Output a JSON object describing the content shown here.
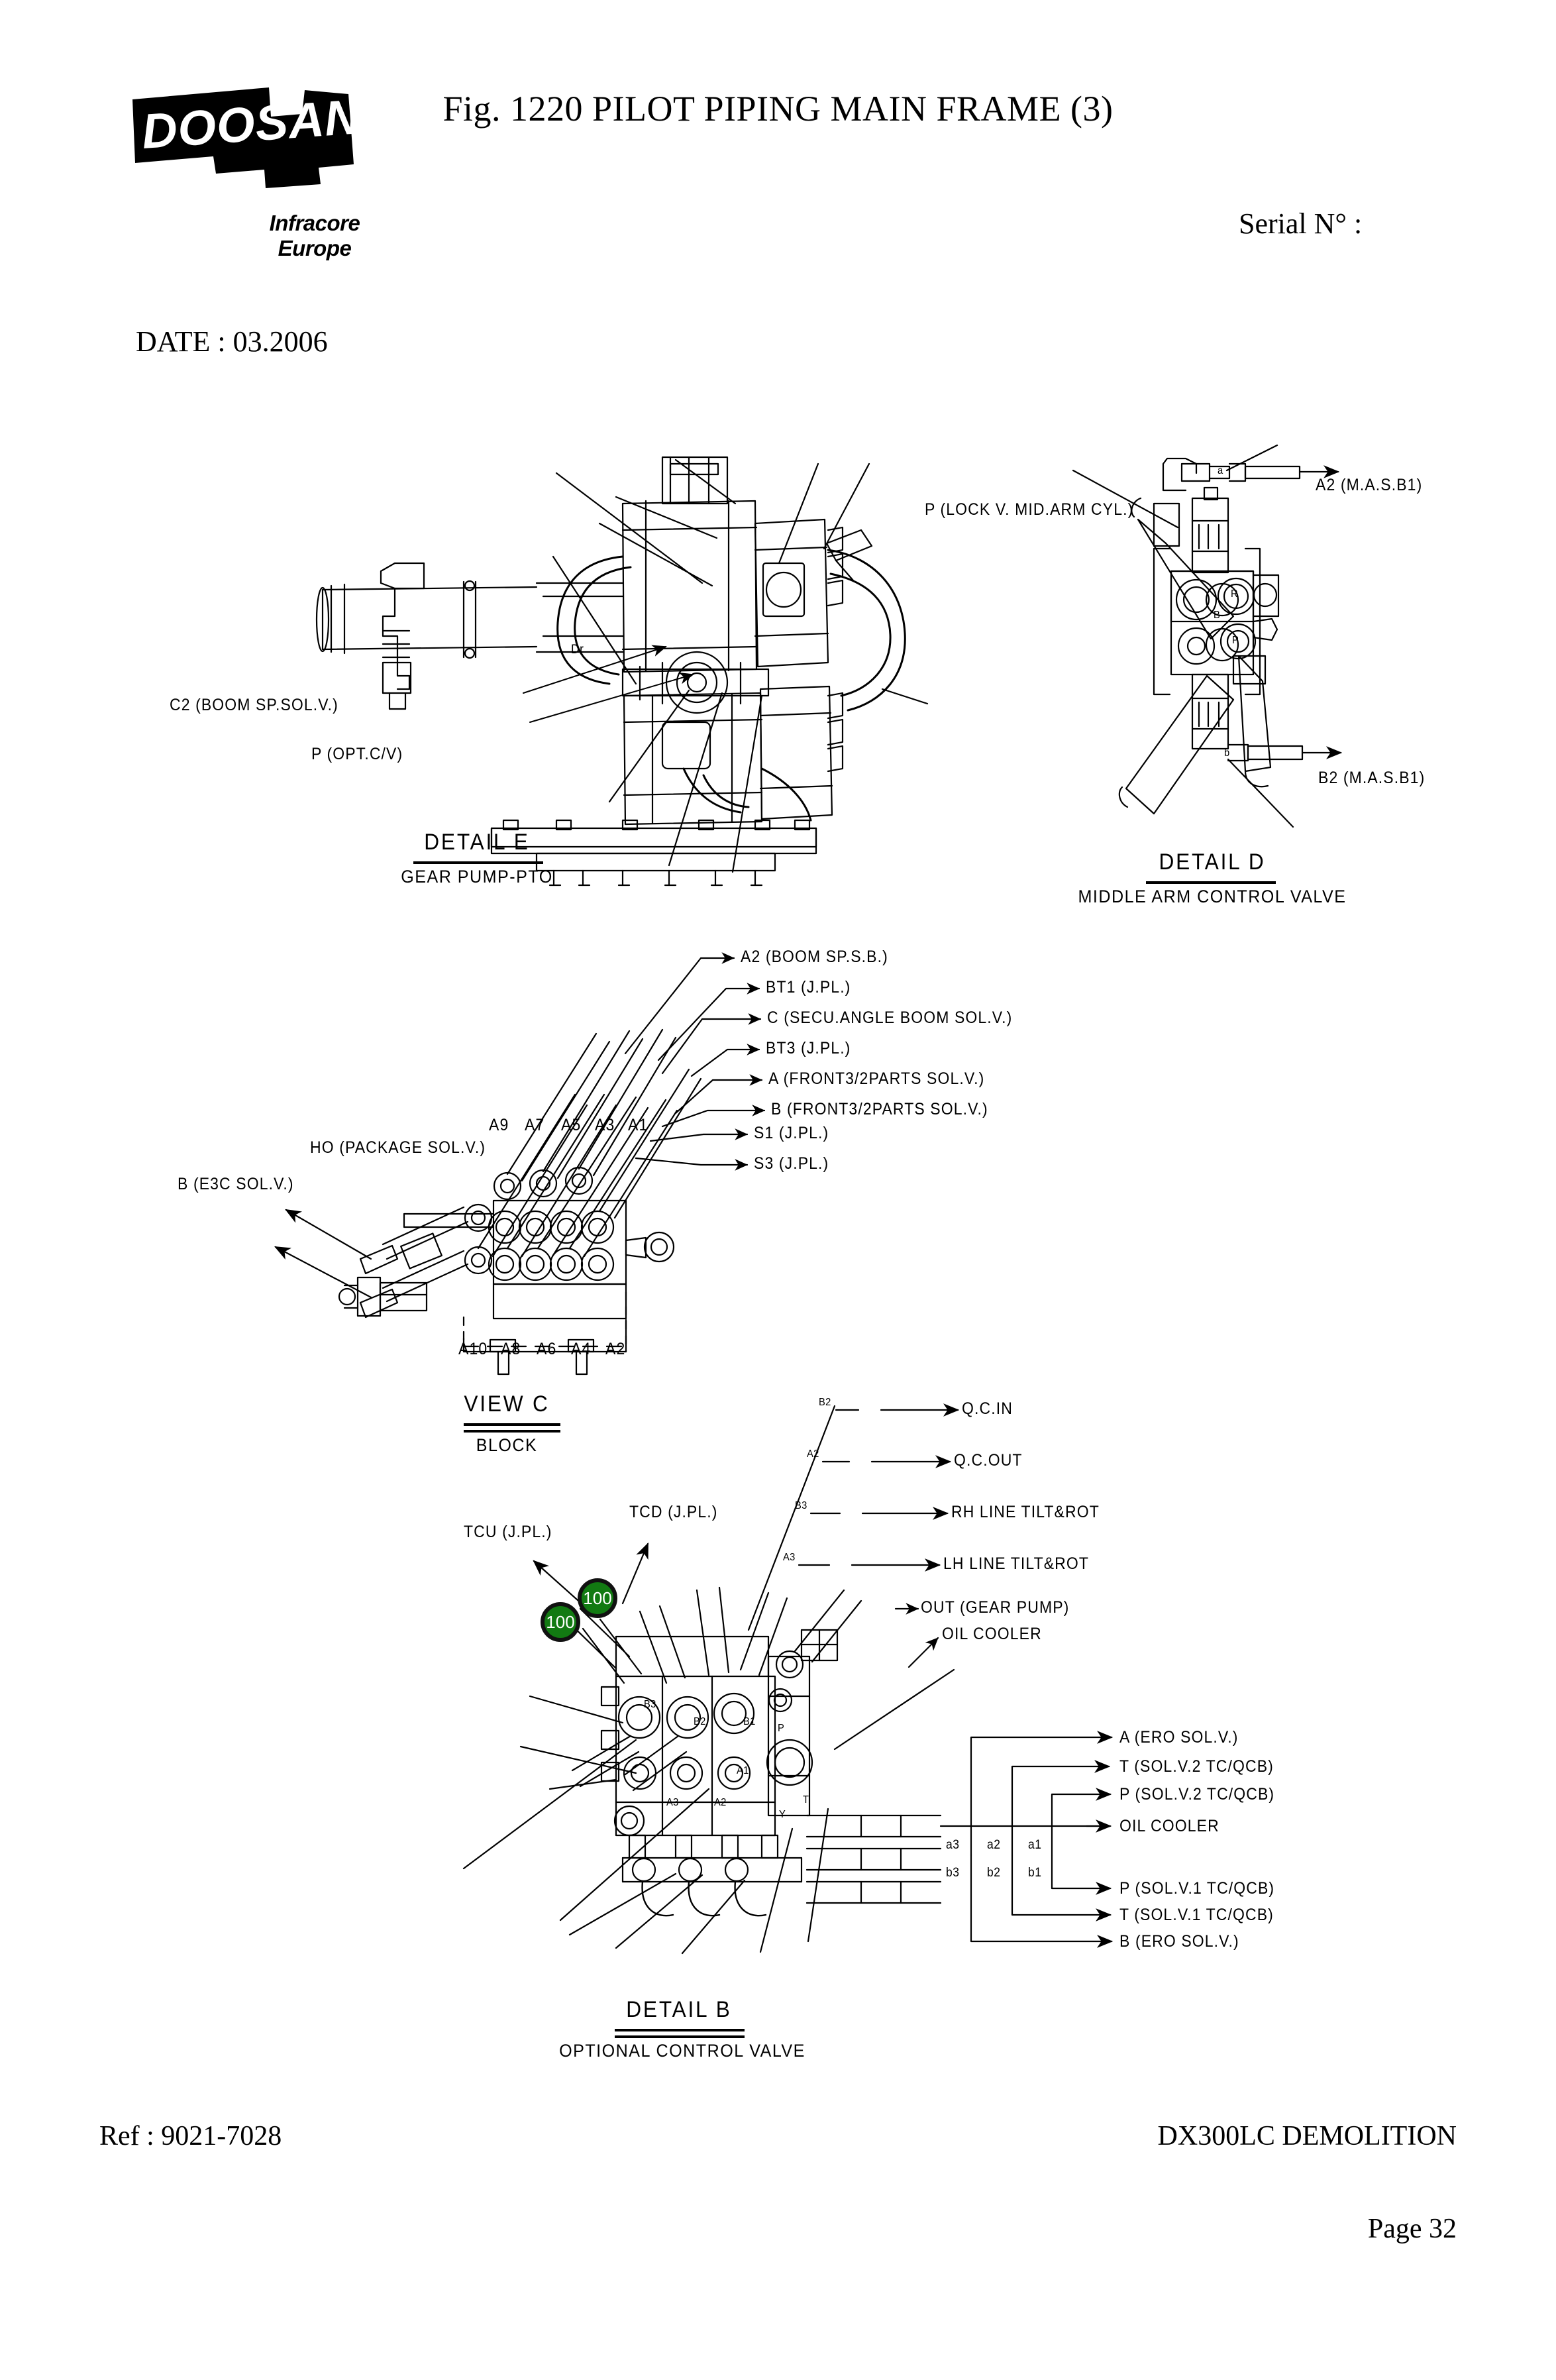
{
  "header": {
    "figure_title": "Fig. 1220   PILOT PIPING MAIN FRAME (3)",
    "serial_label": "Serial N° :",
    "date_label": "DATE : 03.2006",
    "logo_text": "DOOSAN",
    "logo_sub_line1": "Infracore",
    "logo_sub_line2": "Europe"
  },
  "footer": {
    "ref": "Ref : 9021-7028",
    "model": "DX300LC DEMOLITION",
    "page": "Page 32"
  },
  "detail_e": {
    "caption": "DETAIL E",
    "subcaption": "GEAR PUMP-PTO",
    "labels": {
      "c2": "C2 (BOOM SP.SOL.V.)",
      "p_opt": "P (OPT.C/V)",
      "dr": "Dr"
    }
  },
  "detail_d": {
    "caption": "DETAIL D",
    "subcaption": "MIDDLE ARM CONTROL VALVE",
    "labels": {
      "p_lock": "P (LOCK V. MID.ARM CYL.)",
      "a2": "A2 (M.A.S.B1)",
      "b2": "B2 (M.A.S.B1)",
      "port_a": "a",
      "port_b": "b",
      "port_r": "R",
      "port_p": "P",
      "port_bb": "B"
    }
  },
  "view_c": {
    "caption": "VIEW C",
    "subcaption": "BLOCK",
    "port_callouts": [
      "A2 (BOOM SP.S.B.)",
      "BT1 (J.PL.)",
      "C (SECU.ANGLE BOOM SOL.V.)",
      "BT3 (J.PL.)",
      "A (FRONT3/2PARTS SOL.V.)",
      "B (FRONT3/2PARTS SOL.V.)",
      "S1 (J.PL.)",
      "S3 (J.PL.)"
    ],
    "top_row_ports": [
      "A9",
      "A7",
      "A5",
      "A3",
      "A1"
    ],
    "bottom_row_ports": [
      "A10",
      "A8",
      "A6",
      "A4",
      "A2"
    ],
    "left_labels": [
      "HO (PACKAGE SOL.V.)",
      "B (E3C SOL.V.)"
    ]
  },
  "detail_b": {
    "caption": "DETAIL B",
    "subcaption": "OPTIONAL CONTROL VALVE",
    "left_labels": [
      "TCU (J.PL.)",
      "TCD (J.PL.)"
    ],
    "badges": [
      {
        "value": "100"
      },
      {
        "value": "100"
      }
    ],
    "top_port_tags": [
      "B2",
      "A2",
      "B3",
      "A3"
    ],
    "top_callouts": [
      "Q.C.IN",
      "Q.C.OUT",
      "RH LINE TILT&ROT",
      "LH LINE TILT&ROT"
    ],
    "mid_callouts": [
      "OUT (GEAR PUMP)",
      "OIL COOLER"
    ],
    "valve_port_tags": [
      "B3",
      "B2",
      "B1",
      "A3",
      "A2",
      "A1",
      "P",
      "T",
      "Y"
    ],
    "lower_port_tags_upper": [
      "a3",
      "a2",
      "a1"
    ],
    "lower_port_tags_lower": [
      "b3",
      "b2",
      "b1"
    ],
    "right_callouts_upper": [
      "A (ERO SOL.V.)",
      "T (SOL.V.2 TC/QCB)",
      "P (SOL.V.2 TC/QCB)",
      "OIL COOLER"
    ],
    "right_callouts_lower": [
      "P (SOL.V.1 TC/QCB)",
      "T (SOL.V.1 TC/QCB)",
      "B (ERO SOL.V.)"
    ]
  },
  "colors": {
    "badge_fill": "#127a12",
    "badge_stroke": "#111111",
    "line": "#000000"
  }
}
